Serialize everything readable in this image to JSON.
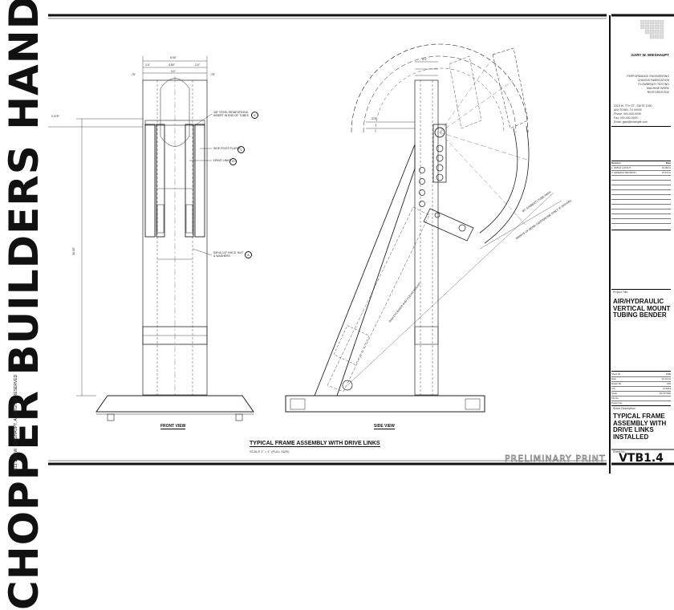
{
  "book_title": "CHOPPER BUILDERS HANDBOOK",
  "copyright": "© 2011-12 G.W. WIESHAUPT, ALL RIGHTS RESERVED",
  "views": {
    "front_caption": "FRONT VIEW",
    "side_caption": "SIDE VIEW"
  },
  "main_title": "TYPICAL FRAME ASSEMBLY WITH DRIVE LINKS",
  "scale_note": "SCALE 1\" = 1\" (FULL SIZE)",
  "front_labels": {
    "overall_width": "9.00\"",
    "seg_left": "2.0\"",
    "seg_mid": "4.50\"",
    "seg_right": "2.0\"",
    "pin_dim": "3.0\"",
    "steel_note": "3/8\" STEEL REINFORCING INSERT IN END OF TUBES",
    "steel_ref": "6",
    "pivot_note": "SIDE PIVOT PLATES",
    "pivot_ref": "1",
    "drive_note": "DRIVE LINKS",
    "drive_ref": "10",
    "bolt_note": "5/8\"x5-1/2\" HHCS, NUT & WASHERS",
    "bolt_ref": "8",
    "height_dim": "36.00\"",
    "left_offset": ".75\"",
    "right_offset": ".75\"",
    "top_gap": "0.375\""
  },
  "side_labels": {
    "top_width": "4.0\"",
    "top_gap": ".375\"",
    "arc_note_1": "90° (UNBENT) TUBE PATH",
    "arc_note_2": "RADIUS OF BEND CENTERLINE (ONLY IF SHOWN)",
    "cyl_note": "RAM CYLINDER AND CLEVIS MOUNT"
  },
  "title_block": {
    "designer": "GARY W. WIESHAUPT",
    "services": [
      "PERFORMANCE ENGINEERING",
      "CHASSIS FABRICATION",
      "FLOWBENCH TESTING",
      "MACHINE WORK",
      "RESTORATIONS"
    ],
    "address": [
      "2015 W. 7TH ST., SUITE 1000",
      "ANYTOWN, TX 00000",
      "Phone: 000-000-0000",
      "Fax: 000-000-0000",
      "Email: gww@example.com"
    ],
    "rev_header": [
      "Revision",
      "Date"
    ],
    "revisions": [
      [
        "1. INITIAL LAYOUT",
        "10-08-11"
      ],
      [
        "2. GENERAL REVISION",
        "10-15-11"
      ]
    ],
    "project_label": "Project Title",
    "project_title": "AIR/HYDRAULIC VERTICAL MOUNT TUBING BENDER",
    "info_rows": [
      [
        "Sheet ID",
        "1999"
      ],
      [
        "Date",
        "01-01-12"
      ],
      [
        "Drawn By",
        "GW"
      ],
      [
        "Job",
        "11-0014"
      ],
      [
        "Scale",
        "AS NOTED"
      ],
      [
        "File No.",
        ""
      ],
      [
        "Project No.",
        ""
      ]
    ],
    "sheet_desc_label": "Sheet Description",
    "sheet_desc": "TYPICAL FRAME ASSEMBLY WITH DRIVE LINKS INSTALLED",
    "sheet_no_label": "Sheet No.",
    "drawing_number": "VTB1.4"
  },
  "stamp": "PRELIMINARY PRINT"
}
